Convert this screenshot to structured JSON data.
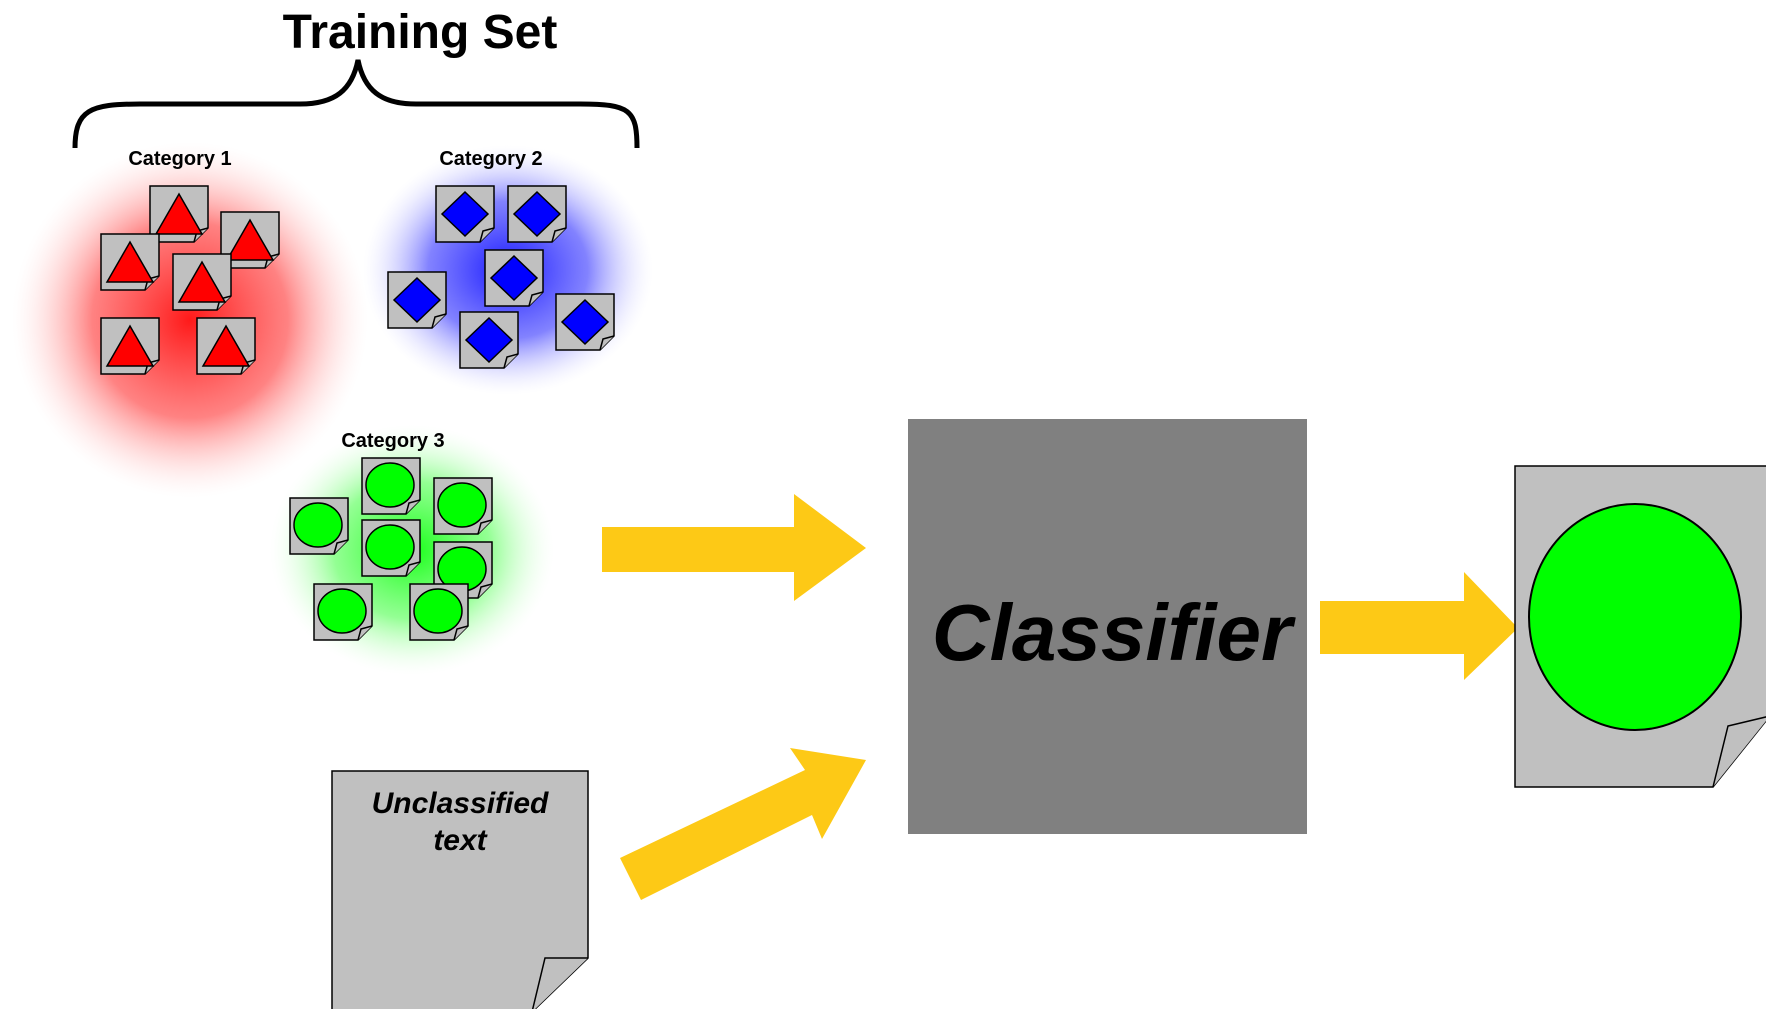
{
  "training_set": {
    "title": "Training Set"
  },
  "categories": [
    {
      "label": "Category 1",
      "shape": "triangle-icon",
      "color": "#ff0000"
    },
    {
      "label": "Category 2",
      "shape": "diamond-icon",
      "color": "#0000ff"
    },
    {
      "label": "Category 3",
      "shape": "circle-icon",
      "color": "#00ff00"
    }
  ],
  "classifier": {
    "label": "Classifier",
    "color": "#808080"
  },
  "unclassified": {
    "line1": "Unclassified",
    "line2": "text"
  },
  "colors": {
    "arrow": "#fdc916",
    "document": "#c0c0c0",
    "output_shape": "#00ff00"
  }
}
